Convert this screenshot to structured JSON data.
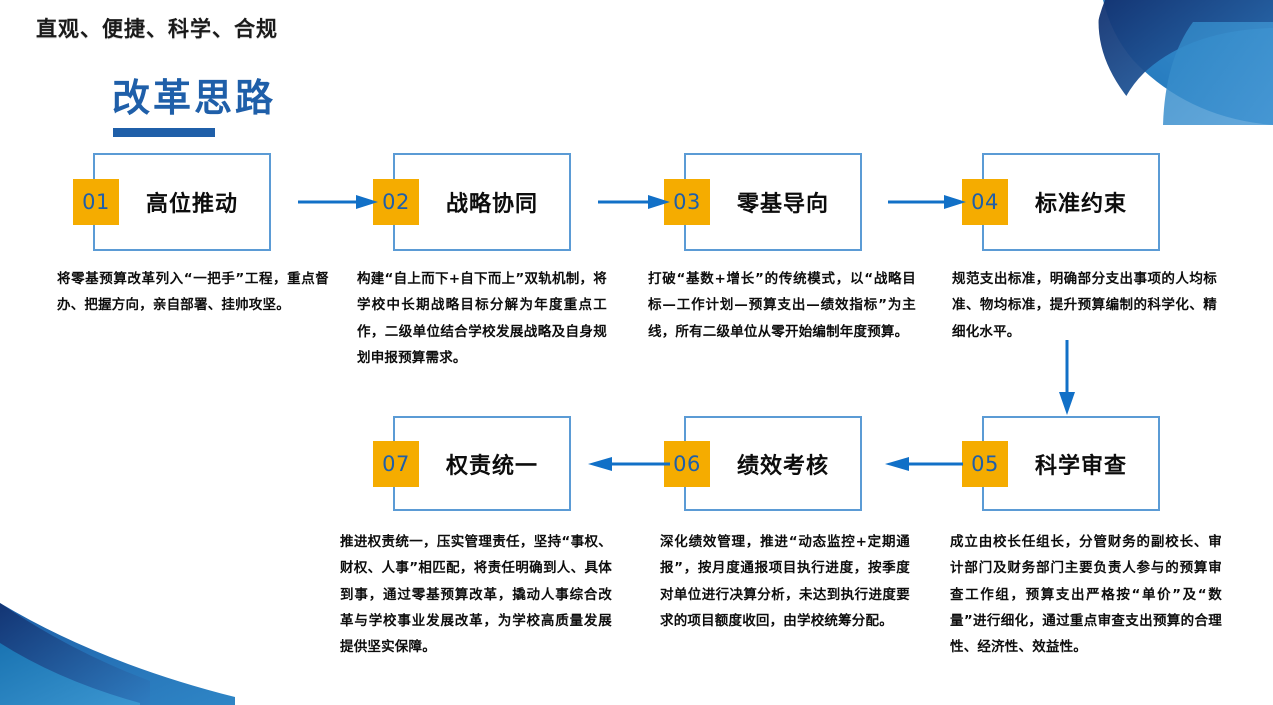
{
  "header": {
    "slogan": "直观、便捷、科学、合规",
    "title": "改革思路"
  },
  "colors": {
    "brand_blue": "#1f5fa9",
    "box_border": "#5b9bd5",
    "badge_bg": "#f5ac00",
    "badge_text": "#1f5fa9",
    "arrow": "#1170c7",
    "text": "#0d0d0d"
  },
  "flow": {
    "row1": [
      {
        "number": "01",
        "title": "高位推动",
        "desc": "将零基预算改革列入“一把手”工程，重点督办、把握方向，亲自部署、挂帅攻坚。"
      },
      {
        "number": "02",
        "title": "战略协同",
        "desc": "构建“自上而下+自下而上”双轨机制，将学校中长期战略目标分解为年度重点工作，二级单位结合学校发展战略及自身规划申报预算需求。"
      },
      {
        "number": "03",
        "title": "零基导向",
        "desc": "打破“基数+增长”的传统模式，以“战略目标—工作计划—预算支出—绩效指标”为主线，所有二级单位从零开始编制年度预算。"
      },
      {
        "number": "04",
        "title": "标准约束",
        "desc": "规范支出标准，明确部分支出事项的人均标准、物均标准，提升预算编制的科学化、精细化水平。"
      }
    ],
    "row2": [
      {
        "number": "07",
        "title": "权责统一",
        "desc": "推进权责统一，压实管理责任，坚持“事权、财权、人事”相匹配，将责任明确到人、具体到事，通过零基预算改革，撬动人事综合改革与学校事业发展改革，为学校高质量发展提供坚实保障。"
      },
      {
        "number": "06",
        "title": "绩效考核",
        "desc": "深化绩效管理，推进“动态监控+定期通报”，按月度通报项目执行进度，按季度对单位进行决算分析，未达到执行进度要求的项目额度收回，由学校统筹分配。"
      },
      {
        "number": "05",
        "title": "科学审查",
        "desc": "成立由校长任组长，分管财务的副校长、审计部门及财务部门主要负责人参与的预算审查工作组，预算支出严格按“单价”及“数量”进行细化，通过重点审查支出预算的合理性、经济性、效益性。"
      }
    ]
  },
  "arrows": {
    "a1": "arrow-right-icon",
    "a2": "arrow-right-icon",
    "a3": "arrow-right-icon",
    "a4": "arrow-down-icon",
    "a5": "arrow-left-icon",
    "a6": "arrow-left-icon"
  }
}
